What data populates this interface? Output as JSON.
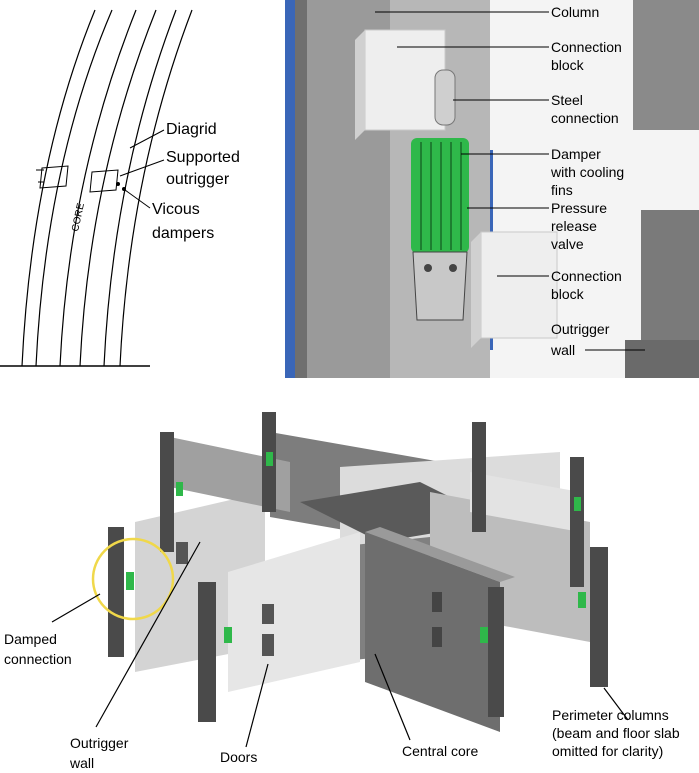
{
  "sketch": {
    "core_label": "CORE",
    "labels": {
      "diagrid": "Diagrid",
      "supported_line1": "Supported",
      "supported_line2": "outrigger",
      "vicous_line1": "Vicous",
      "vicous_line2": "dampers"
    }
  },
  "damper_panel": {
    "labels": {
      "column": "Column",
      "connection_block_top_1": "Connection",
      "connection_block_top_2": "block",
      "steel_1": "Steel",
      "steel_2": "connection",
      "damper_1": "Damper",
      "damper_2": "with cooling",
      "damper_3": "fins",
      "pressure_1": "Pressure",
      "pressure_2": "release",
      "pressure_3": "valve",
      "connection_block_bottom_1": "Connection",
      "connection_block_bottom_2": "block",
      "outrigger_1": "Outrigger",
      "outrigger_2": "wall"
    },
    "colors": {
      "damper": "#2fb84a",
      "blue": "#3a66b8",
      "concrete": "#9a9a9a"
    }
  },
  "iso_panel": {
    "labels": {
      "damped_1": "Damped",
      "damped_2": "connection",
      "outrigger_1": "Outrigger",
      "outrigger_2": "wall",
      "doors": "Doors",
      "central_core": "Central core",
      "perimeter_1": "Perimeter columns",
      "perimeter_2": "(beam and floor slab",
      "perimeter_3": "omitted for clarity)"
    },
    "colors": {
      "highlight_circle": "#f0d84a"
    }
  }
}
